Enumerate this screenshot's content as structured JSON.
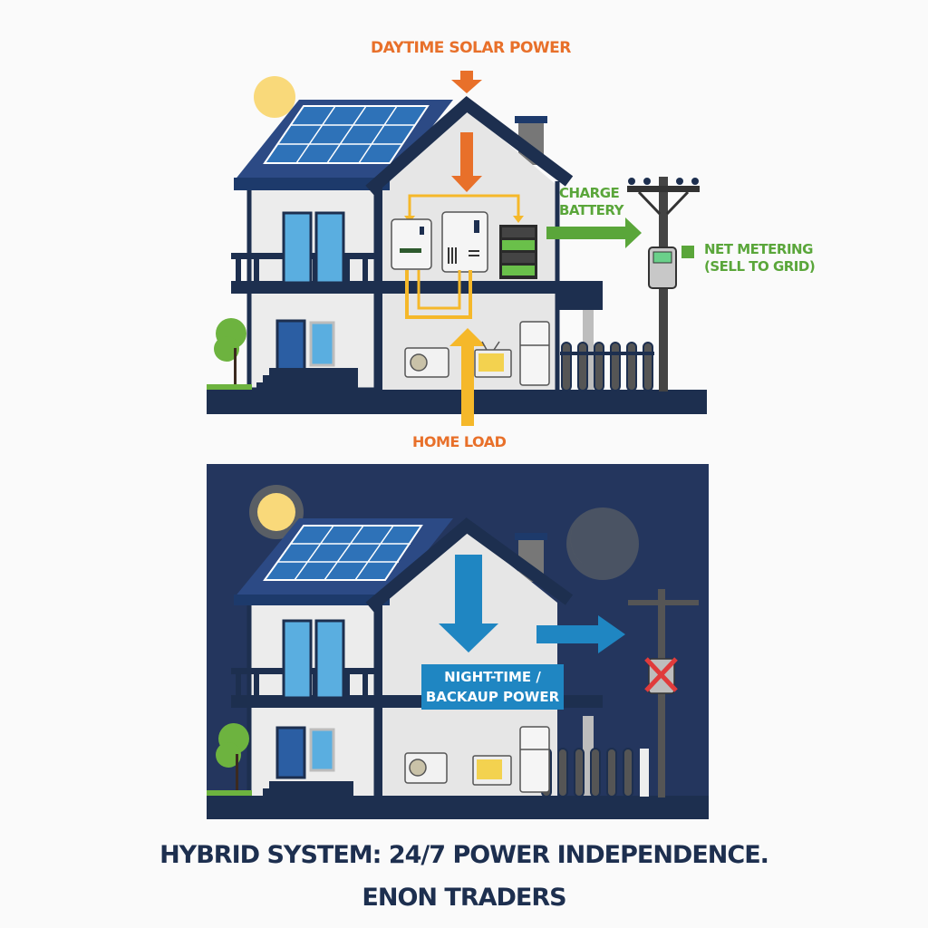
{
  "colors": {
    "navy": "#1d2f4f",
    "orange": "#e8702a",
    "yellow": "#f5b82a",
    "green": "#5aa63a",
    "blue": "#1f86c2",
    "night_sky": "#24365e",
    "wall": "#e8e8e8",
    "red": "#e03b3b"
  },
  "day_panel": {
    "solar_label": "DAYTIME SOLAR POWER",
    "charge_label_line1": "CHARGE",
    "charge_label_line2": "BATTERY",
    "net_metering_line1": "NET METERING",
    "net_metering_line2": "(SELL TO GRID)",
    "home_load_label": "HOME LOAD",
    "icons": [
      "sun-icon",
      "solar-panel-icon",
      "inverter-icon",
      "controller-icon",
      "battery-icon",
      "grid-pole-icon",
      "meter-icon",
      "ac-unit-icon",
      "tv-icon",
      "fridge-icon",
      "tree-icon"
    ]
  },
  "night_panel": {
    "backup_label_line1": "NIGHT-TIME /",
    "backup_label_line2": "BACKAUP POWER",
    "icons": [
      "sun-icon",
      "moon-icon",
      "solar-panel-icon",
      "grid-pole-icon",
      "meter-disconnected-icon",
      "ac-unit-icon",
      "tv-icon",
      "fridge-icon",
      "tree-icon"
    ]
  },
  "footer": {
    "title": "HYBRID SYSTEM: 24/7 POWER INDEPENDENCE.",
    "subtitle": "ENON TRADERS"
  }
}
